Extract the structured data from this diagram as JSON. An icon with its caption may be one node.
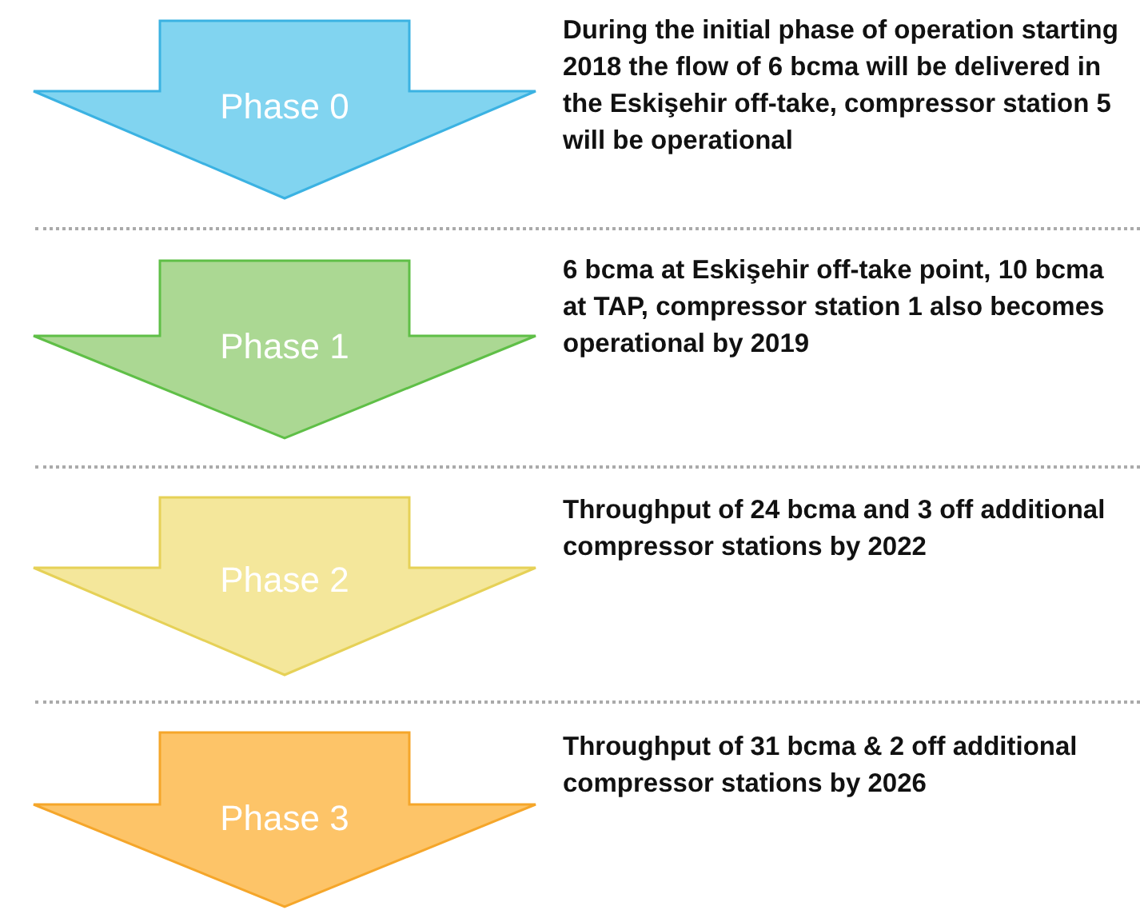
{
  "diagram": {
    "nodes": [
      {
        "text": [
          "Phase 0"
        ],
        "beside": [
          "During the initial phase of operation starting 2018 the flow of 6 bcma will be delivered in the Eskişehir off-take, compressor station 5 will be operational"
        ]
      },
      {
        "text": [
          "Phase 1"
        ],
        "beside": [
          "6 bcma at Eskişehir off-take point, 10 bcma at TAP, compressor station 1 also becomes operational by 2019"
        ]
      },
      {
        "text": [
          "Phase 2"
        ],
        "beside": [
          "Throughput of 24 bcma and 3 off additional compressor stations by 2022"
        ]
      },
      {
        "text": [
          "Phase 3"
        ],
        "beside": [
          "Throughput of 31 bcma & 2 off additional compressor stations by 2026"
        ]
      }
    ]
  }
}
